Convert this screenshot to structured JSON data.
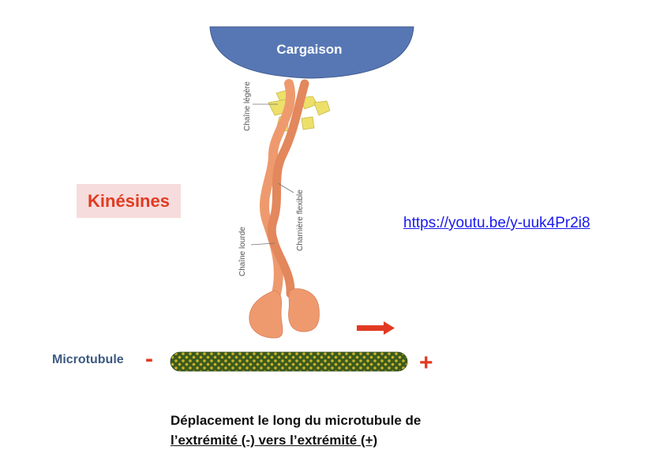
{
  "cargo": {
    "label": "Cargaison",
    "color": "#5777b4"
  },
  "title": {
    "label": "Kinésines",
    "color": "#e23a22"
  },
  "link": {
    "label": "https://youtu.be/y-uuk4Pr2i8"
  },
  "chain_labels": {
    "light_chain": "Chaîne légère",
    "flexible_hinge": "Charnière flexible",
    "heavy_chain": "Chaîne lourde"
  },
  "microtubule": {
    "label": "Microtubule",
    "minus": "-",
    "plus": "+",
    "colors": [
      "#3c5a1e",
      "#c8b42a"
    ]
  },
  "caption": {
    "line1": "Déplacement le long du microtubule de",
    "line2": "l’extrémité (-) vers l’extrémité (+)"
  },
  "colors": {
    "kinesin": "#ee9a6e",
    "light_chain": "#ece06a",
    "arrow": "#e23a22"
  }
}
